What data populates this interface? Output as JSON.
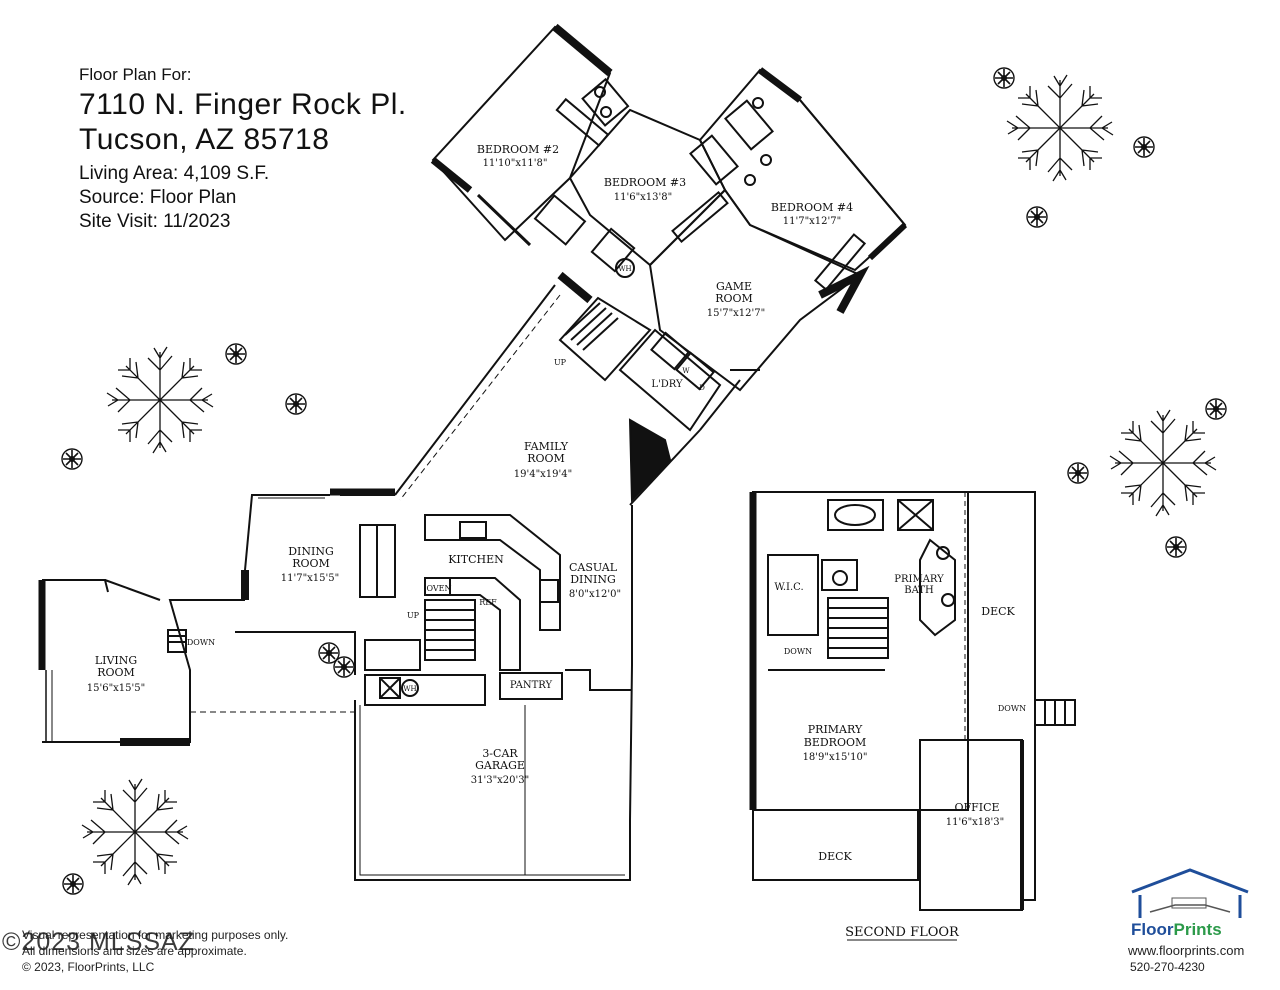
{
  "header": {
    "prefix": "Floor Plan For:",
    "address_line1": "7110 N. Finger Rock Pl.",
    "address_line2": "Tucson, AZ  85718",
    "living_area": "Living Area:  4,109 S.F.",
    "source": "Source:  Floor Plan",
    "site_visit": "Site Visit:  11/2023"
  },
  "rooms": {
    "bedroom2": {
      "name": "BEDROOM #2",
      "dims": "11'10\"x11'8\""
    },
    "bedroom3": {
      "name": "BEDROOM #3",
      "dims": "11'6\"x13'8\""
    },
    "bedroom4": {
      "name": "BEDROOM #4",
      "dims": "11'7\"x12'7\""
    },
    "game": {
      "name1": "GAME",
      "name2": "ROOM",
      "dims": "15'7\"x12'7\""
    },
    "laundry": {
      "name": "L'DRY"
    },
    "family": {
      "name1": "FAMILY",
      "name2": "ROOM",
      "dims": "19'4\"x19'4\""
    },
    "dining": {
      "name1": "DINING",
      "name2": "ROOM",
      "dims": "11'7\"x15'5\""
    },
    "kitchen": {
      "name": "KITCHEN"
    },
    "casual": {
      "name1": "CASUAL",
      "name2": "DINING",
      "dims": "8'0\"x12'0\""
    },
    "living": {
      "name1": "LIVING",
      "name2": "ROOM",
      "dims": "15'6\"x15'5\""
    },
    "garage": {
      "name1": "3-CAR",
      "name2": "GARAGE",
      "dims": "31'3\"x20'3\""
    },
    "pantry": {
      "name": "PANTRY"
    },
    "oven": {
      "name": "OVEN"
    },
    "ref": {
      "name": "REF"
    },
    "wic": {
      "name": "W.I.C."
    },
    "primary_bath": {
      "name1": "PRIMARY",
      "name2": "BATH"
    },
    "deck_upper": {
      "name": "DECK"
    },
    "primary_bedroom": {
      "name1": "PRIMARY",
      "name2": "BEDROOM",
      "dims": "18'9\"x15'10\""
    },
    "office": {
      "name": "OFFICE",
      "dims": "11'6\"x18'3\""
    },
    "deck_lower": {
      "name": "DECK"
    }
  },
  "labels": {
    "up": "UP",
    "down": "DOWN",
    "wh": "WH",
    "dryer": "D",
    "washer": "W",
    "second_floor": "SECOND FLOOR"
  },
  "footer": {
    "line1": "Visual representation for marketing purposes only.",
    "line2": "All dimensions and sizes are approximate.",
    "copyright": "© 2023, FloorPrints, LLC",
    "overlay": "©2023 MLSSAZ"
  },
  "logo": {
    "brand_part1": "Floor",
    "brand_part2": "Prints",
    "website": "www.floorprints.com",
    "phone": "520-270-4230",
    "color_blue": "#1f4e9a",
    "color_green": "#2c9a4a"
  }
}
